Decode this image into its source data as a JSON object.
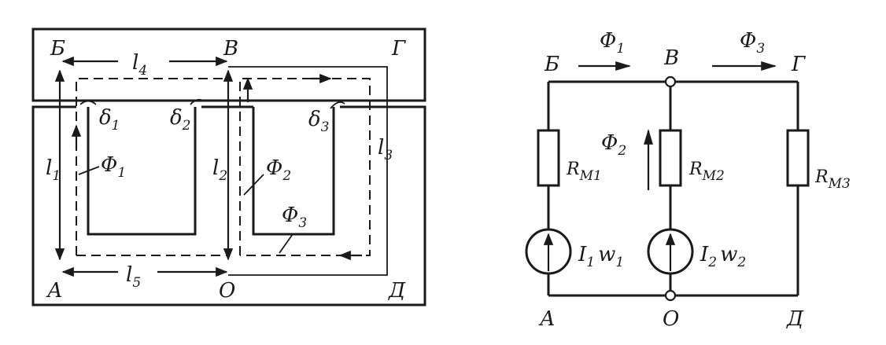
{
  "magnetic_core": {
    "points": {
      "B_left": "Б",
      "V": "В",
      "G": "Г",
      "A": "А",
      "O": "О",
      "D": "Д"
    },
    "lengths": {
      "l1": {
        "base": "l",
        "sub": "1"
      },
      "l2": {
        "base": "l",
        "sub": "2"
      },
      "l3": {
        "base": "l",
        "sub": "3"
      },
      "l4": {
        "base": "l",
        "sub": "4"
      },
      "l5": {
        "base": "l",
        "sub": "5"
      }
    },
    "gaps": {
      "d1": {
        "base": "δ",
        "sub": "1"
      },
      "d2": {
        "base": "δ",
        "sub": "2"
      },
      "d3": {
        "base": "δ",
        "sub": "3"
      }
    },
    "fluxes": {
      "f1": {
        "base": "Φ",
        "sub": "1"
      },
      "f2": {
        "base": "Φ",
        "sub": "2"
      },
      "f3": {
        "base": "Φ",
        "sub": "3"
      }
    }
  },
  "equivalent_circuit": {
    "nodes": {
      "B_left": "Б",
      "V": "В",
      "G": "Г",
      "A": "А",
      "O": "О",
      "D": "Д"
    },
    "fluxes": {
      "f1": {
        "base": "Φ",
        "sub": "1"
      },
      "f2": {
        "base": "Φ",
        "sub": "2"
      },
      "f3": {
        "base": "Φ",
        "sub": "3"
      }
    },
    "resistors": {
      "rm1": {
        "base": "R",
        "sub": "M1"
      },
      "rm2": {
        "base": "R",
        "sub": "M2"
      },
      "rm3": {
        "base": "R",
        "sub": "M3"
      }
    },
    "sources": {
      "s1": {
        "i": "I",
        "isub": "1",
        "w": "w",
        "wsub": "1"
      },
      "s2": {
        "i": "I",
        "isub": "2",
        "w": "w",
        "wsub": "2"
      }
    }
  }
}
